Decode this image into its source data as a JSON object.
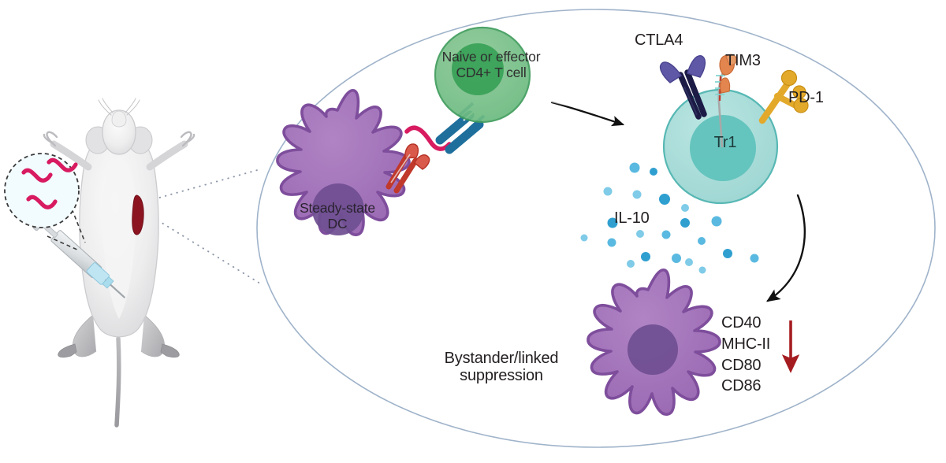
{
  "figure": {
    "title": "Steady-state dendritic cell induction of Tr1 regulatory T cells",
    "background_color": "#ffffff"
  },
  "labels": {
    "naive_t_cell": "Naive or effector\nCD4+ T cell",
    "steady_state_dc": "Steady-state\nDC",
    "ctla4": "CTLA4",
    "tim3": "TIM3",
    "pd1": "PD-1",
    "tr1": "Tr1",
    "il10": "IL-10",
    "bystander": "Bystander/linked\nsuppression",
    "surface_markers": "CD40\nMHC-II\nCD80\nCD86"
  },
  "colors": {
    "dc_body": "#a173b8",
    "dc_outline": "#7e4e9c",
    "dc_nucleus": "#6f4f91",
    "t_cell_body": "#7bbf8a",
    "t_cell_outline": "#3f9c5c",
    "t_cell_nucleus": "#36a055",
    "tr1_body": "#a7dcd9",
    "tr1_outline": "#57b8b4",
    "tr1_nucleus": "#5fc2bb",
    "il10_dot": "#2f9fd0",
    "il10_dot_light": "#7fcbe8",
    "ctla4": "#5f58a6",
    "ctla4_dark": "#1b1b46",
    "tim3": "#e3854f",
    "pd1": "#e3a92a",
    "mhc_red": "#c0392b",
    "tcr_blue": "#1f6f9c",
    "peptide_pink": "#d81b60",
    "worm_pink": "#d81b60",
    "mouse_body": "#e9e9ea",
    "mouse_outline": "#c9c9cb",
    "lesion": "#8c1420",
    "ellipse_stroke": "#9fb3ca",
    "magnifier_fill": "#f2fbfe",
    "magnifier_stroke": "#3a3a3a",
    "arrow_black": "#111111",
    "arrow_red": "#a51c20",
    "dotted_guide": "#8d97a8",
    "syringe_barrel": "#d9dde0",
    "syringe_liquid": "#bfe5f3"
  },
  "elements": {
    "mouse": "supine mouse with injection site lesion",
    "syringe": "syringe injecting at flank",
    "magnifier": "circular inset showing three helminth worms",
    "dotted_callout": "two dotted guide lines from lesion to detail ellipse",
    "main_ellipse": "large thin-outlined ellipse enclosing the cellular detail",
    "arrow_t_to_tr1": "thin black arrow from CD4+ T cell to Tr1 cell",
    "arrow_tr1_to_dc": "curved black arrow from Tr1 cell down to bystander DC",
    "arrow_down_red": "red downward arrow indicating decreased marker expression"
  }
}
